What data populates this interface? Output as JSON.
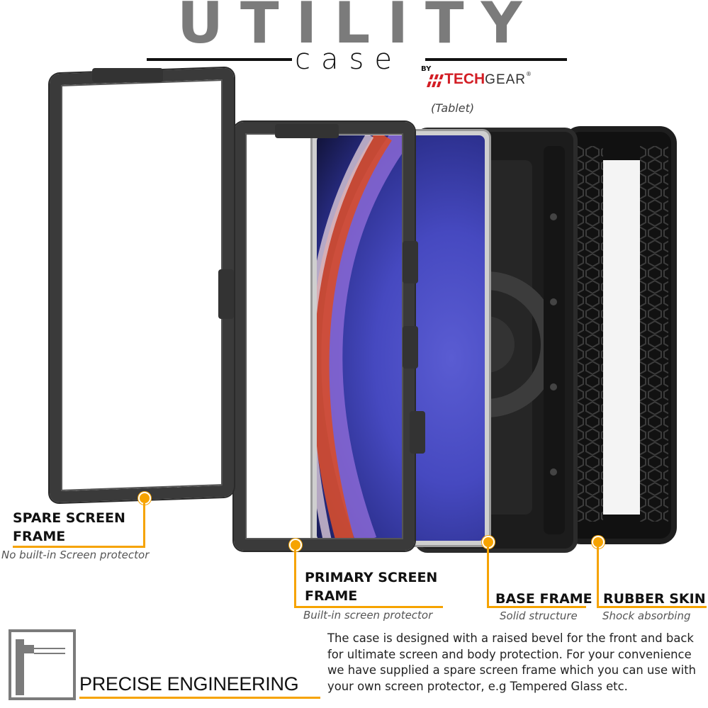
{
  "header": {
    "title": "UTILITY",
    "subtitle": "case",
    "by": "BY",
    "brand_part1": "TECH",
    "brand_part2": "GEAR",
    "registered": "®"
  },
  "product": {
    "tablet_label": "(Tablet)"
  },
  "callouts": {
    "spare": {
      "title_line1": "SPARE SCREEN",
      "title_line2": "FRAME",
      "subtitle": "No built-in Screen protector"
    },
    "primary": {
      "title_line1": "PRIMARY SCREEN",
      "title_line2": "FRAME",
      "subtitle": "Built-in screen protector"
    },
    "base": {
      "title": "BASE FRAME",
      "subtitle": "Solid structure"
    },
    "rubber": {
      "title": "RUBBER SKIN",
      "subtitle": "Shock absorbing"
    }
  },
  "footer": {
    "heading": "PRECISE ENGINEERING",
    "description": "The case is designed with a raised bevel for the front and back for ultimate screen and body protection. For your convenience we have supplied a spare screen frame which you can use with your own screen protector, e.g Tempered Glass etc."
  },
  "colors": {
    "accent": "#f6a300",
    "brand_red": "#d31e25",
    "title_gray": "#7b7b7b",
    "frame_dark": "#3a3a3a"
  },
  "icons": {
    "engineering": "caliper-icon",
    "logo": "techgear-logo"
  }
}
